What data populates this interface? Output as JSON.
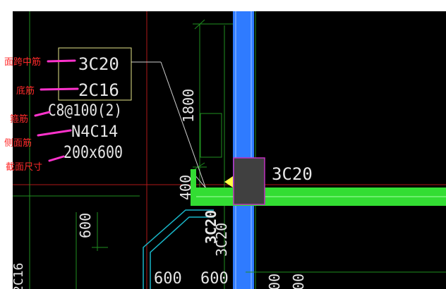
{
  "annotations": {
    "top_mid_span": "面跨中筋",
    "bottom_bar": "底筋",
    "stirrup": "箍筋",
    "side_bar": "侧面筋",
    "section_size": "截面尺寸"
  },
  "cad_labels": {
    "top_bar": "3C20",
    "bottom_bar": "2C16",
    "stirrup": "C8@100(2)",
    "side_bar": "N4C14",
    "section": "200x600",
    "right_top_bar": "3C20",
    "vertical_dim_1800": "1800",
    "vertical_dim_400": "400",
    "vertical_dim_600_left": "600",
    "vertical_3c20_a": "3C20",
    "vertical_3c20_b": "3C20",
    "bottom_600_a": "600",
    "bottom_600_b": "600",
    "bottom_right_a": "00",
    "bottom_right_b": "00",
    "left_edge_vertical": "2C16"
  },
  "colors": {
    "background": "#000000",
    "frame": "#ffffff",
    "annotation_text": "#ff2a2a",
    "leader_magenta": "#ff33cc",
    "blue_column": "#2f7bff",
    "green_beam": "#33dd33",
    "yellow_box": "#ffff66",
    "dark_green_lines": "#1f8f1f",
    "red_grid": "#b01818",
    "cyan_lines": "#19b6c8"
  }
}
